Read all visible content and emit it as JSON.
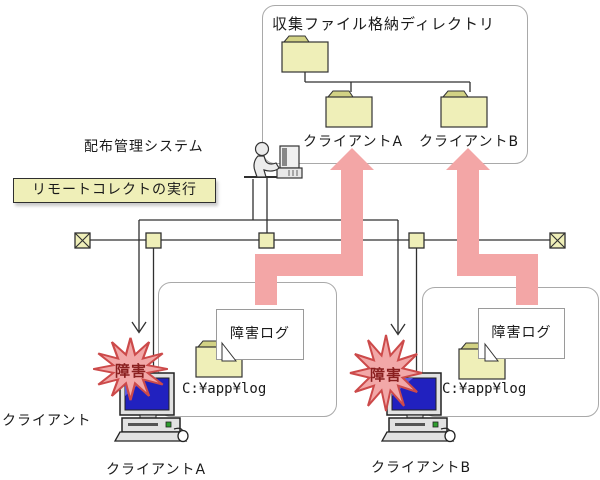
{
  "diagram": {
    "title": "収集ファイル格納ディレクトリ",
    "storage": {
      "client_a_folder": "クライアントA",
      "client_b_folder": "クライアントB"
    },
    "manager": {
      "label": "配布管理システム",
      "action": "リモートコレクトの実行"
    },
    "client_group_label": "クライアント",
    "clients": [
      {
        "name": "クライアントA",
        "fault_badge": "障害",
        "log_note": "障害ログ",
        "log_path": "C:¥app¥log"
      },
      {
        "name": "クライアントB",
        "fault_badge": "障害",
        "log_note": "障害ログ",
        "log_path": "C:¥app¥log"
      }
    ],
    "colors": {
      "collect_arrow_pink": "#F3A6A6",
      "panel_yellow": "#EFEFB8",
      "folder_tab_olive": "#D2D284",
      "fault_text_red": "#8A1F1F",
      "burst_outline_red": "#CC4A4A",
      "line_gray": "#303030"
    }
  }
}
